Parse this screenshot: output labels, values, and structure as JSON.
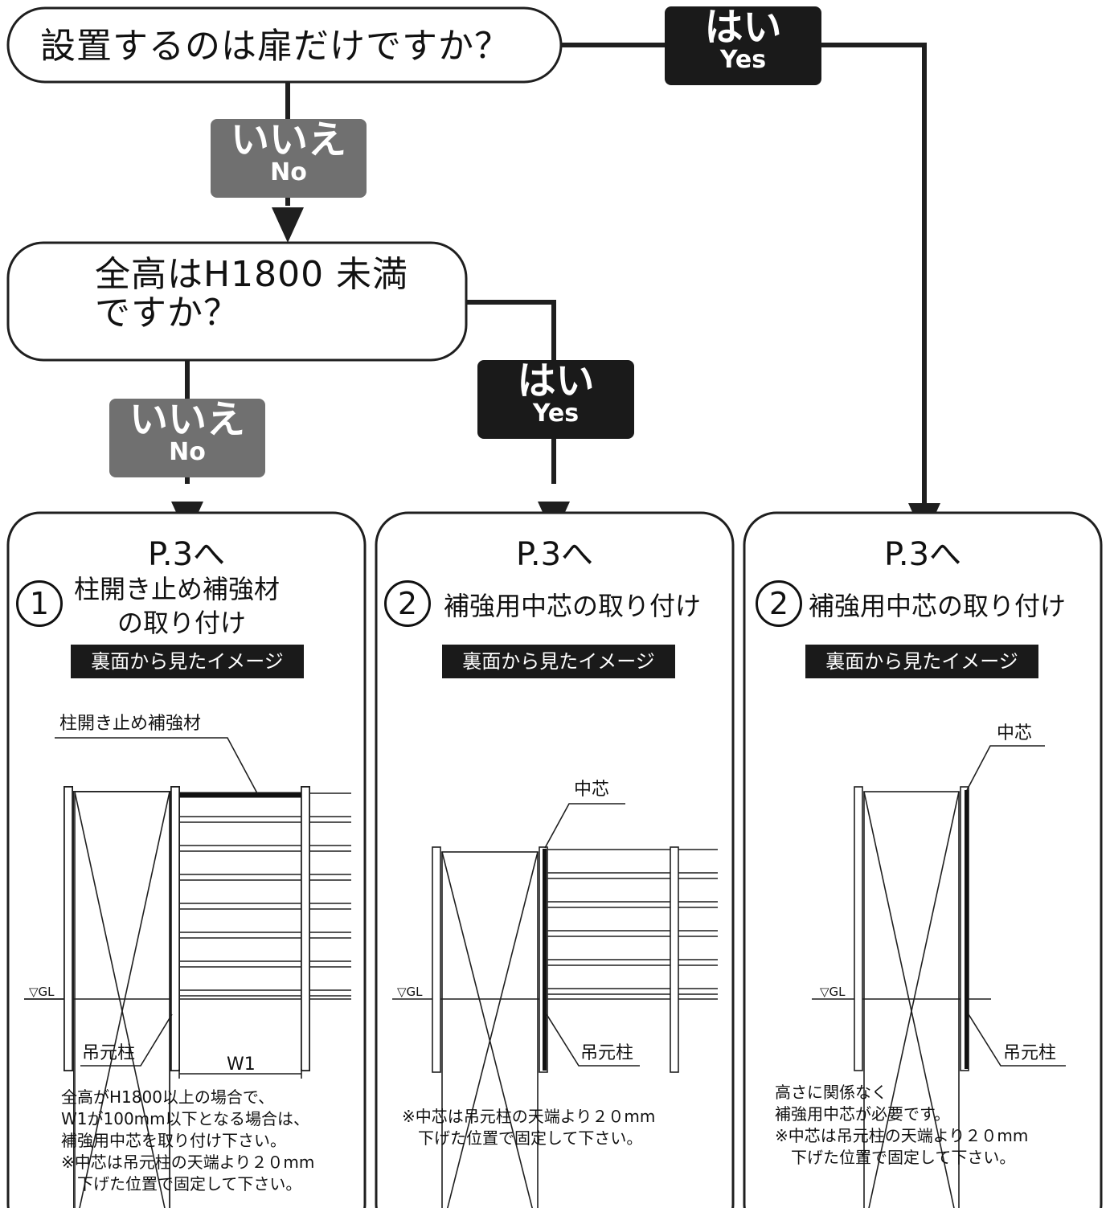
{
  "colors": {
    "yes_badge": "#1a1a1a",
    "no_badge": "#707070",
    "line": "#1f1f1f"
  },
  "question1": "設置するのは扉だけですか？",
  "question2": {
    "line1": "全高はH1800 未満",
    "line2": "ですか？"
  },
  "badges": {
    "yes": {
      "jp": "はい",
      "en": "Yes"
    },
    "no": {
      "jp": "いいえ",
      "en": "No"
    }
  },
  "results": [
    {
      "goto": "P.3へ",
      "number": "1",
      "title_line1": "柱開き止め補強材",
      "title_line2": "の取り付け",
      "back_view": "裏面から見たイメージ",
      "labels": {
        "top": "柱開き止め補強材",
        "post": "吊元柱",
        "gl": "▽GL",
        "w1": "W1"
      },
      "note": "全高がH1800以上の場合で、\nW1が100mm以下となる場合は、\n補強用中芯を取り付け下さい。\n※中芯は吊元柱の天端より２０mm\n　下げた位置で固定して下さい。"
    },
    {
      "goto": "P.3へ",
      "number": "2",
      "title": "補強用中芯の取り付け",
      "back_view": "裏面から見たイメージ",
      "labels": {
        "core": "中芯",
        "post": "吊元柱",
        "gl": "▽GL"
      },
      "note": "※中芯は吊元柱の天端より２０mm\n　下げた位置で固定して下さい。"
    },
    {
      "goto": "P.3へ",
      "number": "2",
      "title": "補強用中芯の取り付け",
      "back_view": "裏面から見たイメージ",
      "labels": {
        "core": "中芯",
        "post": "吊元柱",
        "gl": "▽GL"
      },
      "note": "高さに関係なく\n補強用中芯が必要です。\n※中芯は吊元柱の天端より２０mm\n　下げた位置で固定して下さい。"
    }
  ]
}
